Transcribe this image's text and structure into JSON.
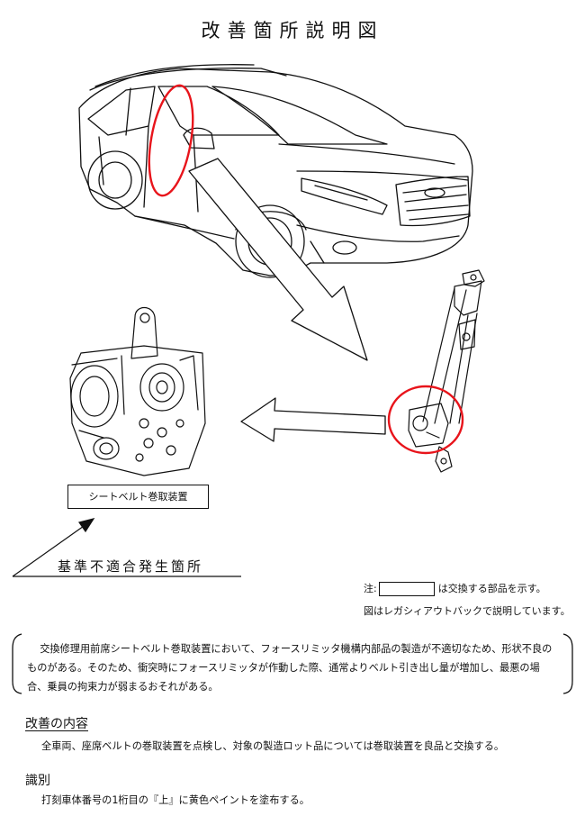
{
  "title": "改善箇所説明図",
  "part_label": "シートベルト巻取装置",
  "defect_location_label": "基準不適合発生箇所",
  "notes": {
    "prefix": "注:",
    "legend_text": "は交換する部品を示す。",
    "model_text": "図はレガシィアウトバックで説明しています。"
  },
  "issue_description": "交換修理用前席シートベルト巻取装置において、フォースリミッタ機構内部品の製造が不適切なため、形状不良のものがある。そのため、衝突時にフォースリミッタが作動した際、通常よりベルト引き出し量が増加し、最悪の場合、乗員の拘束力が弱まるおそれがある。",
  "improvement": {
    "heading": "改善の内容",
    "text": "全車両、座席ベルトの巻取装置を点検し、対象の製造ロット品については巻取装置を良品と交換する。"
  },
  "identification": {
    "heading": "識別",
    "text": "打刻車体番号の1桁目の『上』に黄色ペイントを塗布する。"
  },
  "colors": {
    "highlight_circle": "#e8141b",
    "line": "#111111"
  }
}
